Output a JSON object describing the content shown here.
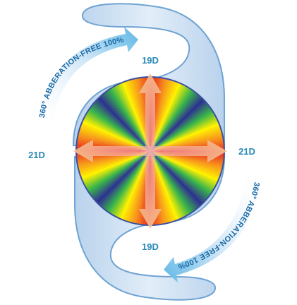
{
  "labels": {
    "top": "19D",
    "bottom": "19D",
    "left": "21D",
    "right": "21D"
  },
  "arc_text": {
    "upper_left": "360° ABBERATION-FREE 100%",
    "lower_right": "360° ABBERATION-FREE 100%"
  },
  "colors": {
    "haptic_fill": "#cfe0f1",
    "haptic_stroke": "#6fa3d3",
    "label": "#2a8ab8",
    "arc_text": "#1a6aa6",
    "arrow": "#f2a05a",
    "lens_border": "#3b4fa0",
    "background": "#ffffff"
  },
  "spectrum": [
    "#e8251f",
    "#f7941d",
    "#fff200",
    "#39b54a",
    "#2e3192"
  ]
}
